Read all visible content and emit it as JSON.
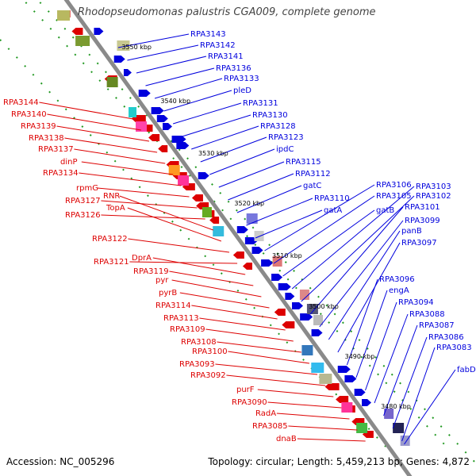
{
  "title": "Rhodopseudomonas palustris CGA009, complete genome",
  "footer": {
    "accession": "Accession: NC_005296",
    "summary": "Topology: circular; Length: 5,459,213 bp; Genes: 4,872"
  },
  "colors": {
    "forward": "#0000dd",
    "reverse": "#dd0000",
    "axis": "#888888",
    "ticks": "#228822"
  },
  "ticks": [
    "3550 kbp",
    "3540 kbp",
    "3530 kbp",
    "3520 kbp",
    "3510 kbp",
    "3500 kbp",
    "3490 kbp",
    "3480 kbp"
  ],
  "forward_labels": [
    "RPA3143",
    "RPA3142",
    "RPA3141",
    "RPA3136",
    "RPA3133",
    "pleD",
    "RPA3131",
    "RPA3130",
    "RPA3128",
    "RPA3123",
    "ipdC",
    "RPA3115",
    "RPA3112",
    "gatC",
    "RPA3110",
    "gatA",
    "RPA3106",
    "RPA3105",
    "gatB",
    "RPA3103",
    "RPA3102",
    "RPA3101",
    "RPA3099",
    "panB",
    "RPA3097",
    "RPA3096",
    "engA",
    "RPA3094",
    "RPA3088",
    "RPA3087",
    "RPA3086",
    "RPA3083",
    "fabD"
  ],
  "reverse_labels": [
    "RPA3144",
    "RPA3140",
    "RPA3139",
    "RPA3138",
    "RPA3137",
    "dinP",
    "RPA3134",
    "rpmG",
    "RPA3127",
    "RPA3126",
    "RNR",
    "TopA",
    "RPA3122",
    "RPA3121",
    "DprA",
    "RPA3119",
    "pyr",
    "pyrB",
    "RPA3114",
    "RPA3113",
    "RPA3109",
    "RPA3108",
    "RPA3100",
    "RPA3093",
    "RPA3092",
    "purF",
    "RPA3090",
    "RadA",
    "RPA3085",
    "dnaB"
  ]
}
